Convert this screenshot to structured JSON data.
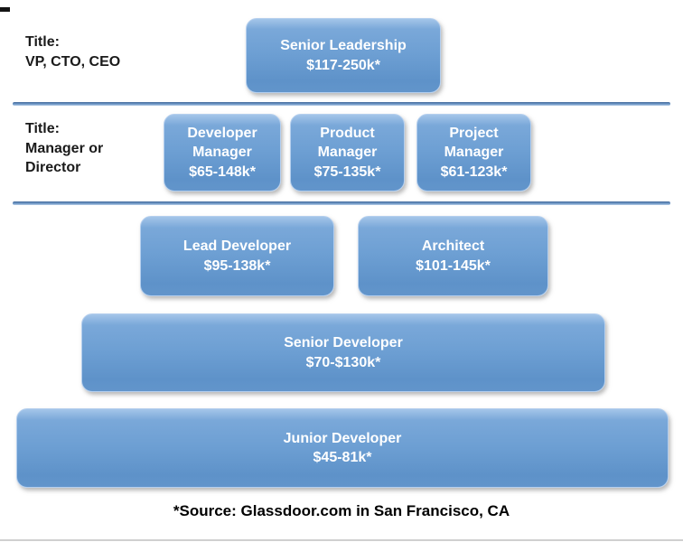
{
  "diagram": {
    "title_implied": "Software roles salary pyramid",
    "tiers": [
      {
        "label_lines": [
          "Title:",
          "VP, CTO, CEO"
        ],
        "boxes": [
          {
            "title": "Senior Leadership",
            "salary": "$117-250k*"
          }
        ]
      },
      {
        "label_lines": [
          "Title:",
          "Manager or",
          "Director"
        ],
        "boxes": [
          {
            "title": "Developer Manager",
            "salary": "$65-148k*"
          },
          {
            "title": "Product Manager",
            "salary": "$75-135k*"
          },
          {
            "title": "Project Manager",
            "salary": "$61-123k*"
          }
        ]
      },
      {
        "label_lines": [],
        "boxes": [
          {
            "title": "Lead Developer",
            "salary": "$95-138k*"
          },
          {
            "title": "Architect",
            "salary": "$101-145k*"
          }
        ]
      },
      {
        "label_lines": [],
        "boxes": [
          {
            "title": "Senior Developer",
            "salary": "$70-$130k*"
          }
        ]
      },
      {
        "label_lines": [],
        "boxes": [
          {
            "title": "Junior Developer",
            "salary": "$45-81k*"
          }
        ]
      }
    ],
    "footer_note": "*Source: Glassdoor.com in San Francisco, CA",
    "colors": {
      "box_gradient_top": "#a4c5e9",
      "box_gradient_mid": "#6d9fd3",
      "box_gradient_bottom": "#5e92c9",
      "box_border": "#b5cfee",
      "box_text": "#ffffff",
      "divider_dark": "#446a9b",
      "divider_light": "#b9d0e8",
      "label_text": "#1a1a1a",
      "footer_text": "#000000",
      "bottom_rule": "#d0d0d0"
    }
  }
}
